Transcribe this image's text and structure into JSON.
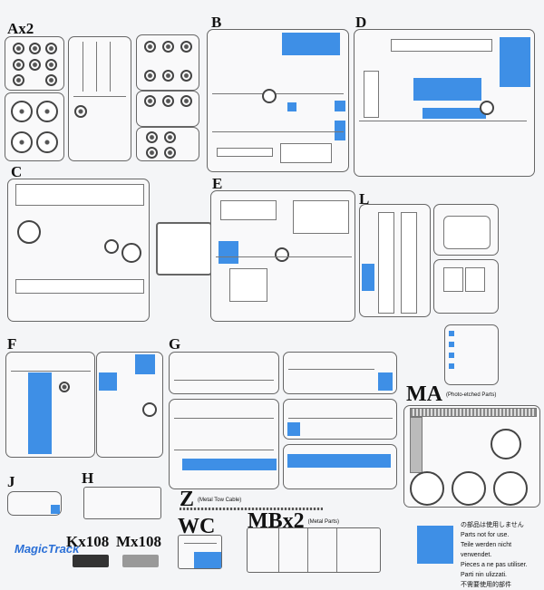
{
  "sprues": {
    "A": {
      "label": "Ax2"
    },
    "B": {
      "label": "B"
    },
    "C": {
      "label": "C"
    },
    "D": {
      "label": "D"
    },
    "E": {
      "label": "E"
    },
    "F": {
      "label": "F"
    },
    "G": {
      "label": "G"
    },
    "H": {
      "label": "H"
    },
    "J": {
      "label": "J"
    },
    "L": {
      "label": "L"
    },
    "MA": {
      "label": "MA",
      "note": "(Photo-etched Parts)"
    },
    "Z": {
      "label": "Z",
      "note": "(Metal Tow Cable)"
    },
    "WC": {
      "label": "WC"
    },
    "MB": {
      "label": "MBx2",
      "note": "(Metal Parts)"
    }
  },
  "tracks": {
    "logo": "MagicTrack",
    "k": "Kx108",
    "m": "Mx108"
  },
  "legend": {
    "lines": [
      "の部品は使用しません",
      "Parts not for use.",
      "Teile werden nicht verwendet.",
      "Pieces a ne pas utiliser.",
      "Parti nin ulizzati.",
      "不需要使用的部件"
    ]
  },
  "colors": {
    "unused": "#3e8fe6",
    "frame": "#666666"
  }
}
